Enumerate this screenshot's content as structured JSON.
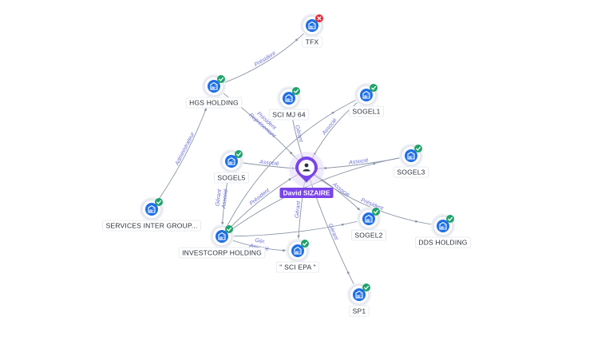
{
  "graph": {
    "center": {
      "label": "David SIZAIRE",
      "icon": "person-icon",
      "accent": "#7a44e8"
    },
    "companies": [
      {
        "id": "tfx",
        "label": "TFX",
        "status": "inactive"
      },
      {
        "id": "hgs",
        "label": "HGS HOLDING",
        "status": "active"
      },
      {
        "id": "scimj",
        "label": "SCI MJ 64",
        "status": "active"
      },
      {
        "id": "sogel1",
        "label": "SOGEL1",
        "status": "active"
      },
      {
        "id": "sogel5",
        "label": "SOGEL5",
        "status": "active"
      },
      {
        "id": "sogel3",
        "label": "SOGEL3",
        "status": "active"
      },
      {
        "id": "services",
        "label": "SERVICES INTER GROUP...",
        "status": "active"
      },
      {
        "id": "sogel2",
        "label": "SOGEL2",
        "status": "active"
      },
      {
        "id": "dds",
        "label": "DDS HOLDING",
        "status": "active"
      },
      {
        "id": "investcorp",
        "label": "INVESTCORP HOLDING",
        "status": "active"
      },
      {
        "id": "sciepa",
        "label": "\" SCI EPA \"",
        "status": "active"
      },
      {
        "id": "sp1",
        "label": "SP1",
        "status": "active"
      }
    ],
    "edges": [
      {
        "from": "hgs",
        "to": "tfx",
        "label": "Président"
      },
      {
        "from": "hgs",
        "to": "center",
        "label": "Président Représentant"
      },
      {
        "from": "services",
        "to": "hgs",
        "label": "Administrateur"
      },
      {
        "from": "scimj",
        "to": "center",
        "label": "Gérant"
      },
      {
        "from": "sogel1",
        "to": "center",
        "label": "Associé"
      },
      {
        "from": "sogel5",
        "to": "center",
        "label": "Associé"
      },
      {
        "from": "sogel3",
        "to": "center",
        "label": "Associé"
      },
      {
        "from": "sogel5",
        "to": "investcorp",
        "label": "Gérant Associé"
      },
      {
        "from": "investcorp",
        "to": "center",
        "label": "Président"
      },
      {
        "from": "investcorp",
        "to": "sciepa",
        "label": "Gér. Associé"
      },
      {
        "from": "investcorp",
        "to": "sogel2",
        "label": ""
      },
      {
        "from": "investcorp",
        "to": "sogel3",
        "label": ""
      },
      {
        "from": "investcorp",
        "to": "sogel1",
        "label": ""
      },
      {
        "from": "center",
        "to": "sciepa",
        "label": "Gérant"
      },
      {
        "from": "center",
        "to": "sogel2",
        "label": "Associé"
      },
      {
        "from": "center",
        "to": "dds",
        "label": "Président"
      },
      {
        "from": "center",
        "to": "sp1",
        "label": "Gérant"
      }
    ]
  },
  "colors": {
    "company_icon": "#1f6fe5",
    "status_ok": "#1ea36a",
    "status_error": "#e02d3c",
    "edge_label": "#6b6fd0",
    "edge_line": "#8a94a6"
  }
}
